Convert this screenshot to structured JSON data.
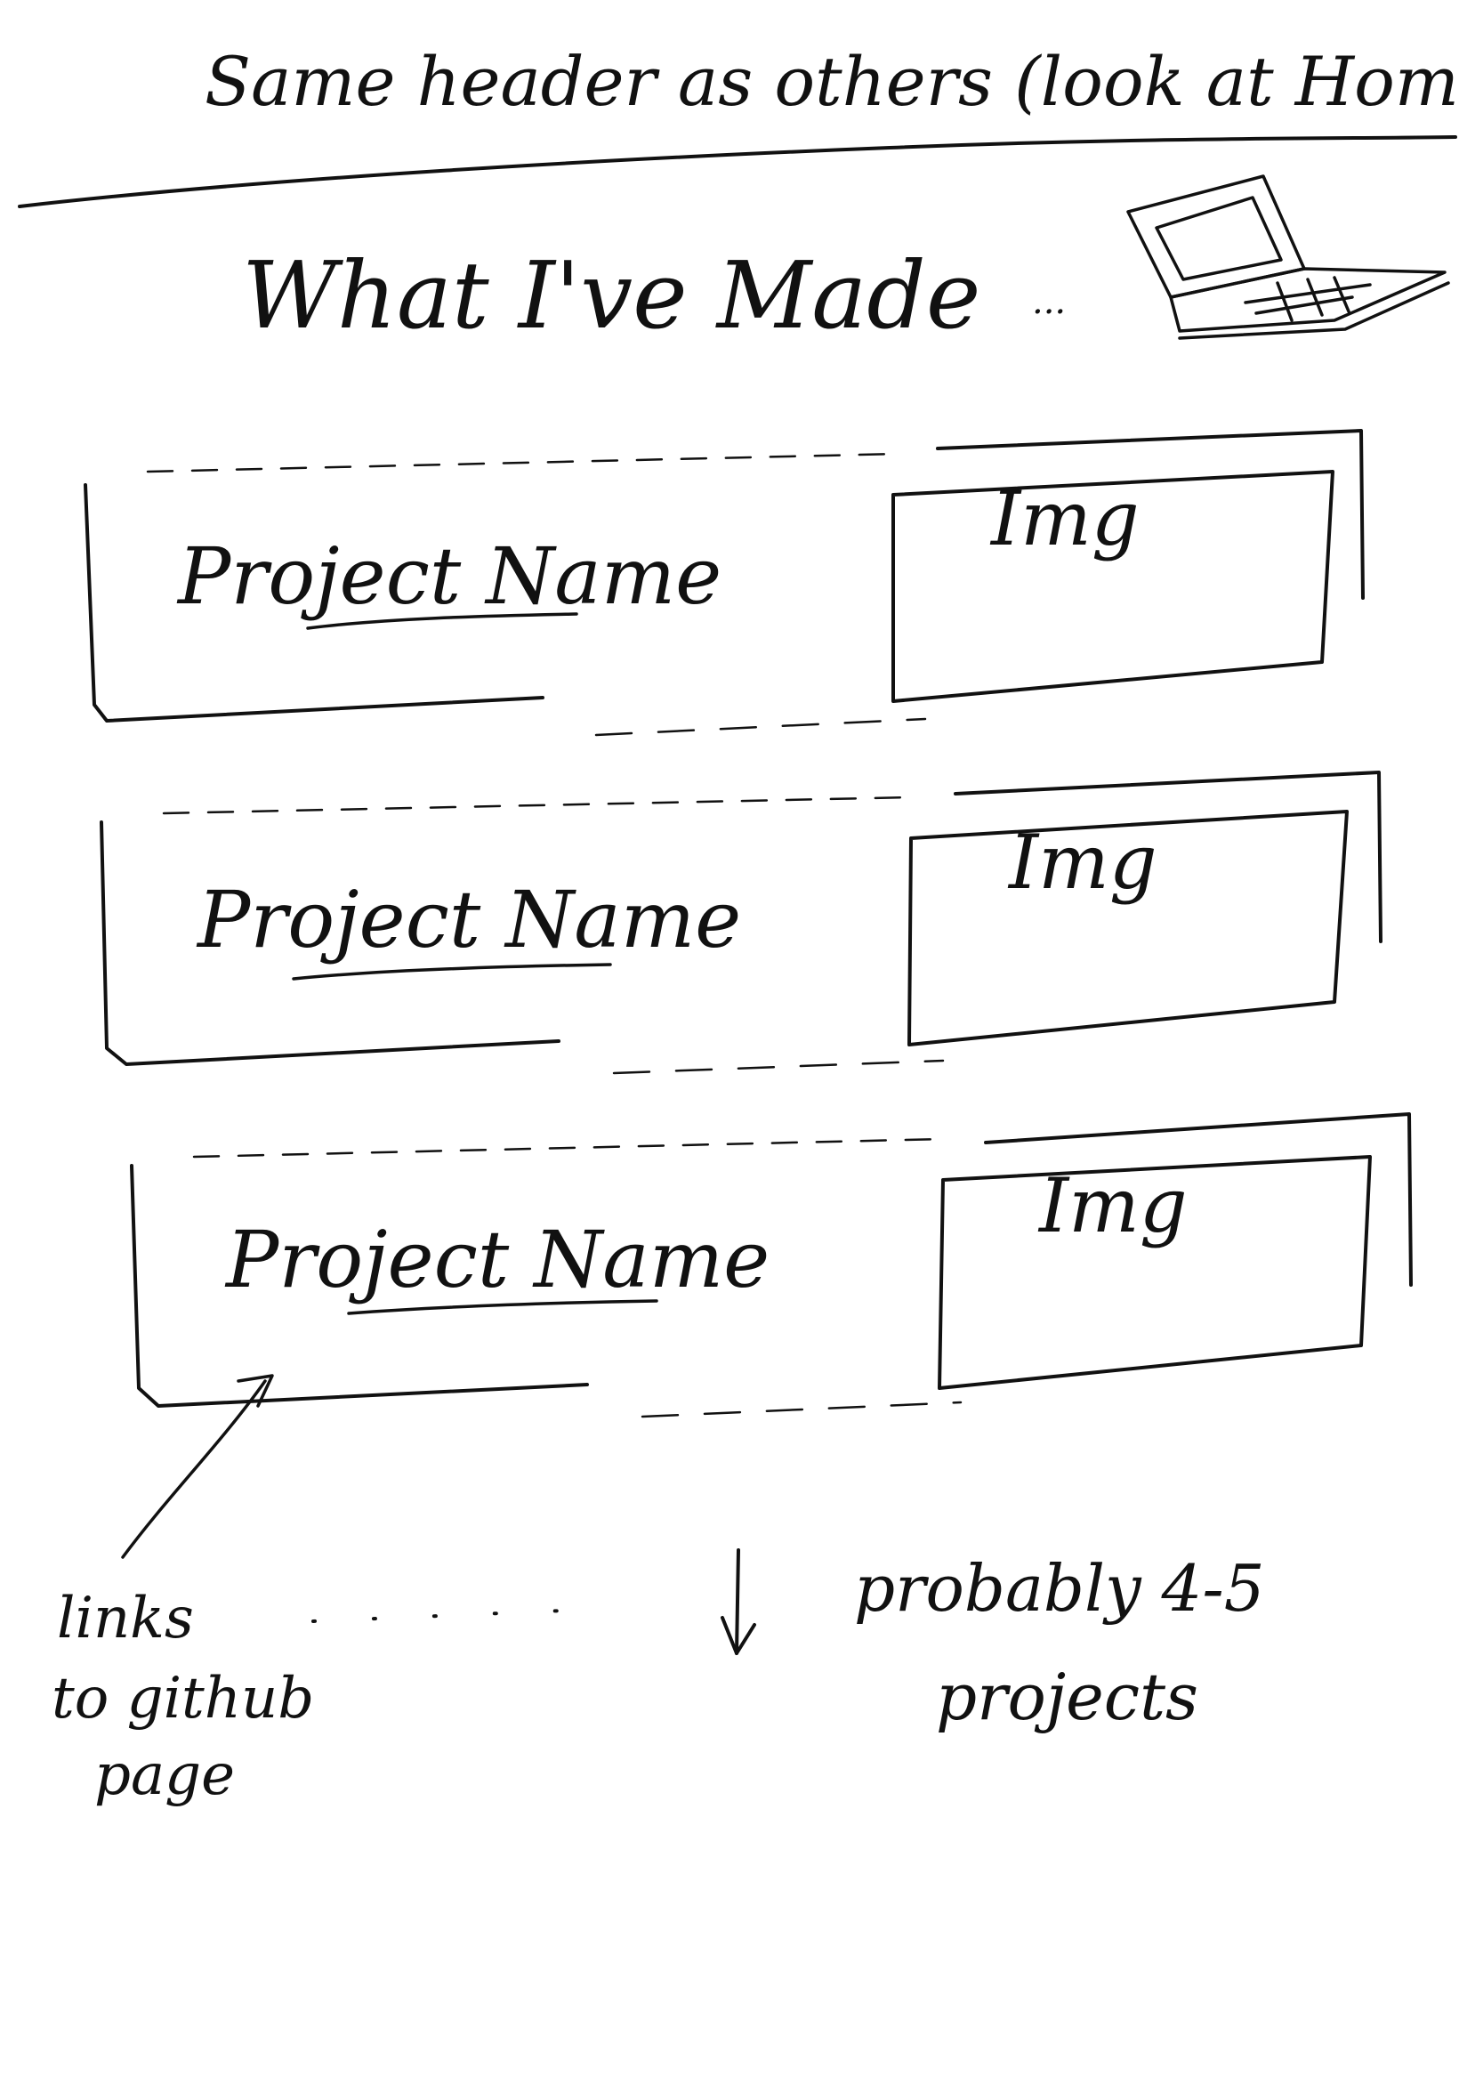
{
  "header_note": "Same header as others (look at Home)",
  "page_title": "What I've Made",
  "page_title_trail": "...",
  "laptop_icon": "laptop-icon",
  "projects": [
    {
      "name": "Project Name",
      "image_label": "Img"
    },
    {
      "name": "Project Name",
      "image_label": "Img"
    },
    {
      "name": "Project Name",
      "image_label": "Img"
    }
  ],
  "annotations": {
    "link_note": [
      "links",
      "to github",
      "page"
    ],
    "more_note": [
      "probably 4-5",
      "projects"
    ]
  }
}
